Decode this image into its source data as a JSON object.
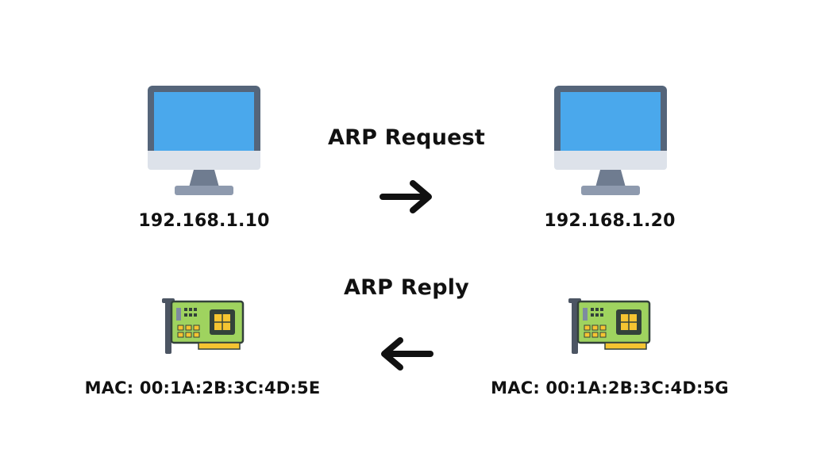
{
  "left_host": {
    "ip": "192.168.1.10",
    "mac": "MAC: 00:1A:2B:3C:4D:5E",
    "icon": "monitor-icon",
    "nic_icon": "network-card-icon"
  },
  "right_host": {
    "ip": "192.168.1.20",
    "mac": "MAC: 00:1A:2B:3C:4D:5G",
    "icon": "monitor-icon",
    "nic_icon": "network-card-icon"
  },
  "request": {
    "label": "ARP Request",
    "direction": "right"
  },
  "reply": {
    "label": "ARP Reply",
    "direction": "left"
  },
  "colors": {
    "screen": "#4aa8ec",
    "bezel": "#55657a",
    "chin": "#dde2ea",
    "stand": "#8e9aae",
    "board": "#9fd35f",
    "chip": "#f5c431",
    "bracket": "#4c5563",
    "text": "#111111"
  }
}
